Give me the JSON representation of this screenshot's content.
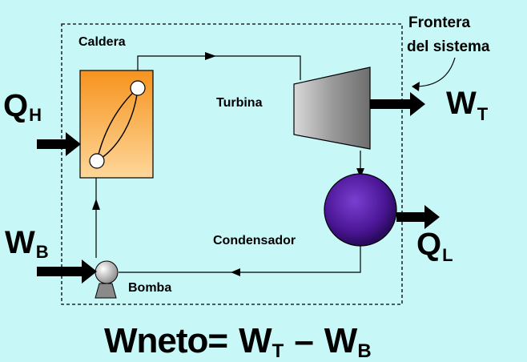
{
  "labels": {
    "caldera": "Caldera",
    "turbina": "Turbina",
    "condensador": "Condensador",
    "bomba": "Bomba",
    "frontera_line1": "Frontera",
    "frontera_line2": "del sistema"
  },
  "symbols": {
    "q_h": {
      "main": "Q",
      "sub": "H"
    },
    "w_t": {
      "main": "W",
      "sub": "T"
    },
    "w_b": {
      "main": "W",
      "sub": "B"
    },
    "q_l": {
      "main": "Q",
      "sub": "L"
    }
  },
  "equation": {
    "lhs": "Wneto=",
    "term1": {
      "main": "W",
      "sub": "T"
    },
    "op": "–",
    "term2": {
      "main": "W",
      "sub": "B"
    }
  },
  "colors": {
    "background": "#c8f7f7",
    "boiler_top": "#f7931e",
    "boiler_bottom": "#fdd79a",
    "turbine": "#8c8c8c",
    "condenser": "#4b1696"
  }
}
